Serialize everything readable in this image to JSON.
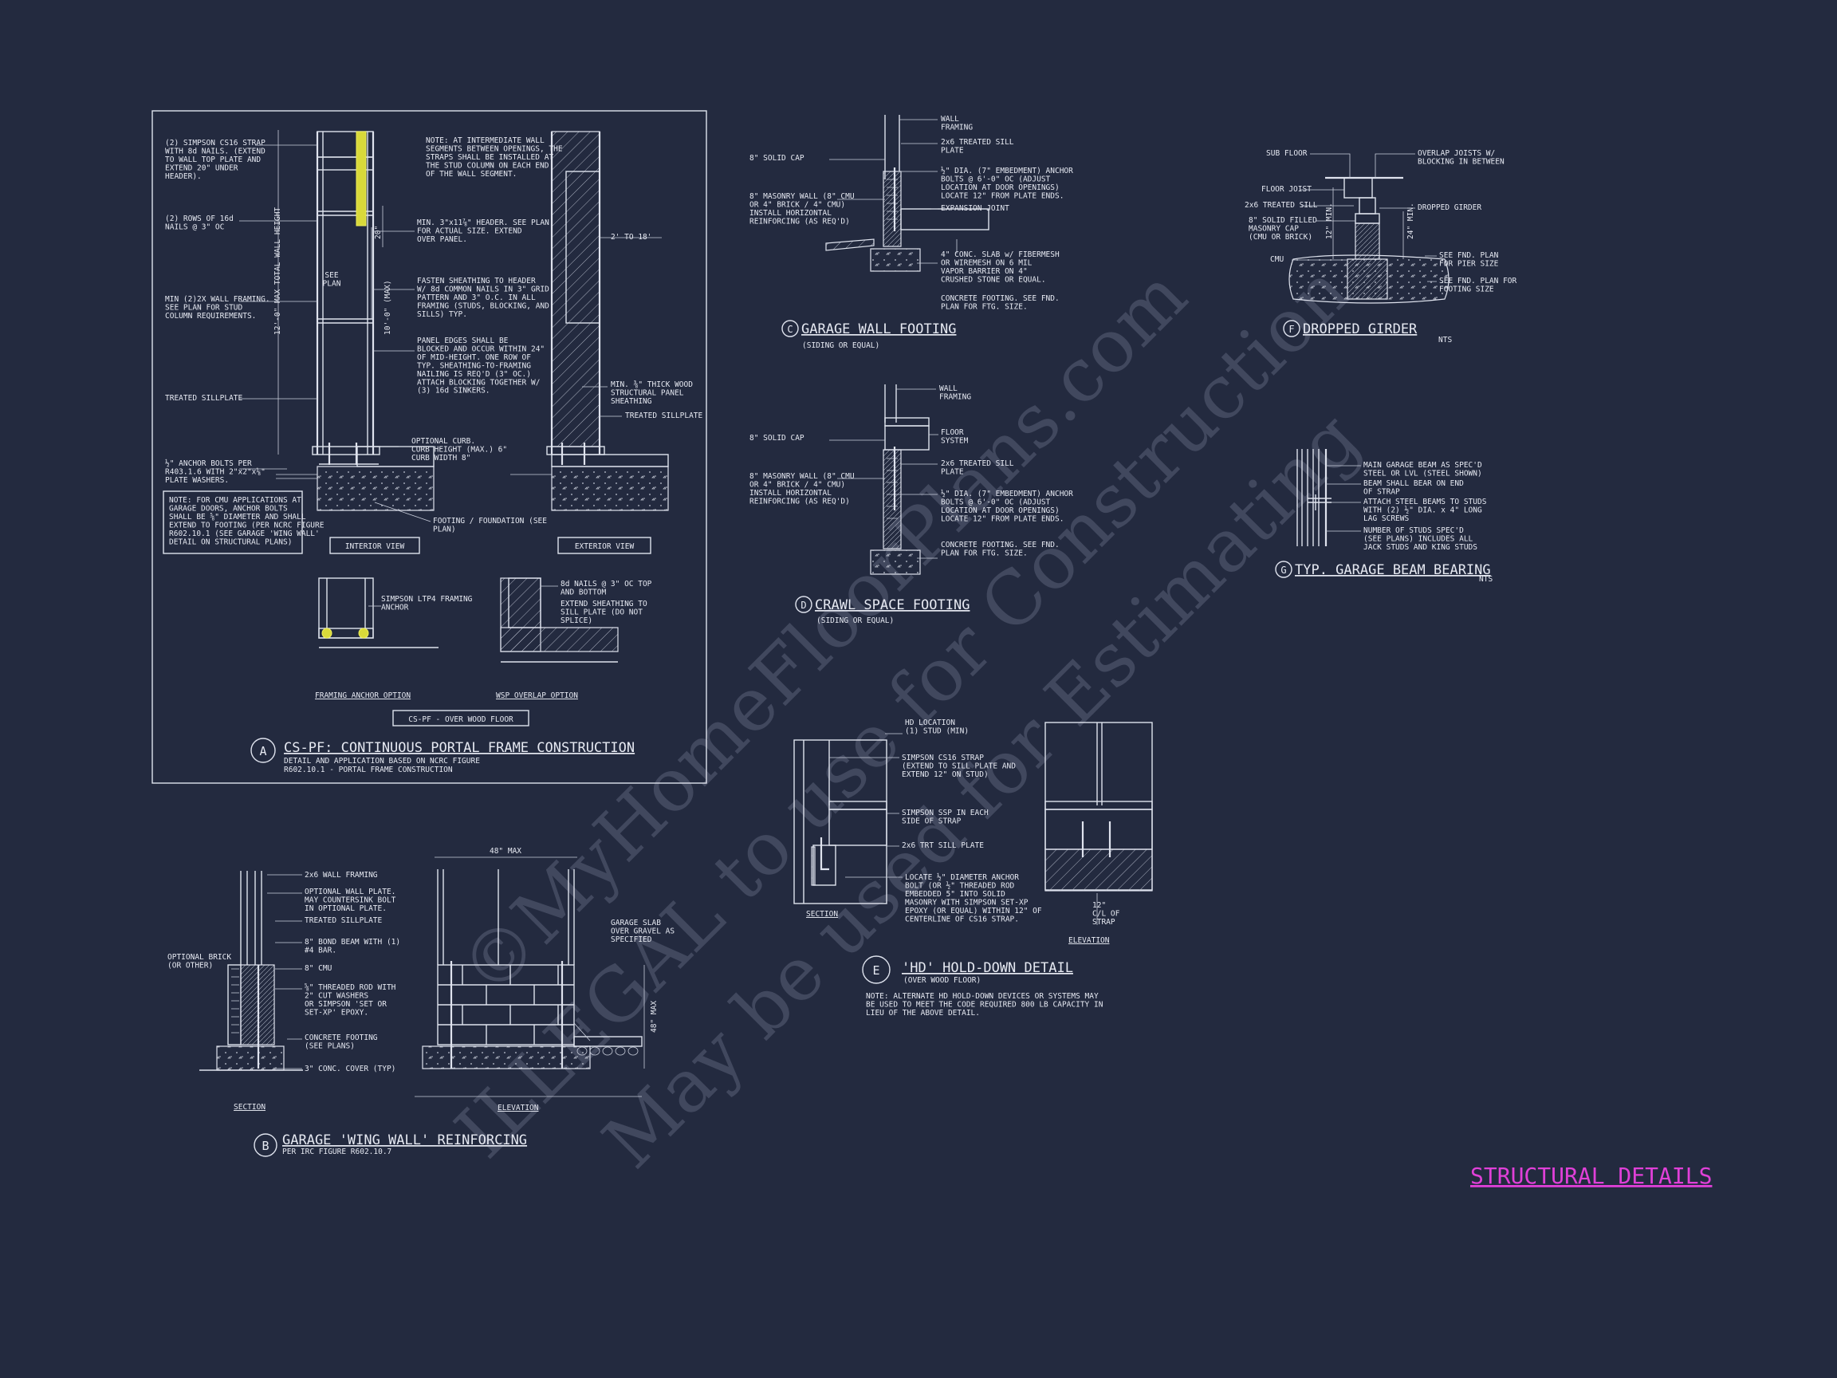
{
  "sheet_title": "STRUCTURAL DETAILS",
  "watermark": {
    "line1": "©MyHomeFloorPlans.com",
    "line2": "ILLEGAL to use for Construction",
    "line3": "May be used for Estimating"
  },
  "detailA": {
    "marker": "A",
    "title": "CS-PF: CONTINUOUS PORTAL FRAME CONSTRUCTION",
    "subtitle1": "DETAIL AND APPLICATION BASED ON NCRC FIGURE",
    "subtitle2": "R602.10.1 - PORTAL FRAME CONSTRUCTION",
    "box_label": "CS-PF - OVER WOOD FLOOR",
    "interior_view": "INTERIOR VIEW",
    "exterior_view": "EXTERIOR VIEW",
    "framing_anchor_option": "FRAMING ANCHOR OPTION",
    "wsp_overlap_option": "WSP OVERLAP OPTION",
    "notes": {
      "strap": [
        "(2) SIMPSON CS16 STRAP",
        "WITH 8d NAILS. (EXTEND",
        "TO WALL TOP PLATE AND",
        "EXTEND 20\" UNDER",
        "HEADER)."
      ],
      "nails": [
        "(2) ROWS OF 16d",
        "NAILS @ 3\" OC"
      ],
      "wallframing": [
        "MIN (2)2X WALL FRAMING.",
        "SEE PLAN FOR STUD",
        "COLUMN REQUIREMENTS."
      ],
      "sillplate": [
        "TREATED SILLPLATE"
      ],
      "anchor": [
        "½\" ANCHOR BOLTS PER",
        "R403.1.6 WITH 2\"x2\"x⅛\"",
        "PLATE WASHERS."
      ],
      "cmu": [
        "NOTE: FOR CMU APPLICATIONS AT",
        "GARAGE DOORS, ANCHOR BOLTS",
        "SHALL BE ⅝\" DIAMETER AND SHALL",
        "EXTEND TO FOOTING (PER NCRC FIGURE",
        "R602.10.1 (SEE GARAGE 'WING WALL'",
        "DETAIL ON STRUCTURAL PLANS)"
      ],
      "intermediate": [
        "NOTE: AT INTERMEDIATE WALL",
        "SEGMENTS BETWEEN OPENINGS, THE",
        "STRAPS SHALL BE INSTALLED AT",
        "THE STUD COLUMN ON EACH END",
        "OF THE WALL SEGMENT."
      ],
      "header": [
        "MIN. 3\"x11⅞\" HEADER. SEE PLAN",
        "FOR ACTUAL SIZE. EXTEND",
        "OVER PANEL."
      ],
      "fasten": [
        "FASTEN SHEATHING TO HEADER",
        "W/ 8d COMMON NAILS IN 3\" GRID",
        "PATTERN AND 3\" O.C. IN ALL",
        "FRAMING (STUDS, BLOCKING, AND",
        "SILLS) TYP."
      ],
      "panel": [
        "PANEL EDGES SHALL BE",
        "BLOCKED AND OCCUR WITHIN 24\"",
        "OF MID-HEIGHT. ONE ROW OF",
        "TYP. SHEATHING-TO-FRAMING",
        "NAILING IS REQ'D (3\" OC.)",
        "ATTACH BLOCKING TOGETHER W/",
        "(3) 16d SINKERS."
      ],
      "curb": [
        "OPTIONAL CURB.",
        "CURB HEIGHT (MAX.) 6\"",
        "CURB WIDTH 8\""
      ],
      "footing": [
        "FOOTING / FOUNDATION (SEE",
        "PLAN)"
      ],
      "sheathing": [
        "MIN. ⅜\" THICK WOOD",
        "STRUCTURAL PANEL",
        "SHEATHING"
      ],
      "treated2": [
        "TREATED SILLPLATE"
      ],
      "ltp4": [
        "SIMPSON LTP4 FRAMING",
        "ANCHOR"
      ],
      "nails8d": [
        "8d NAILS @ 3\" OC TOP",
        "AND BOTTOM"
      ],
      "extend": [
        "EXTEND SHEATHING TO",
        "SILL PLATE (DO NOT",
        "SPLICE)"
      ],
      "see_plan": [
        "SEE",
        "PLAN"
      ],
      "dim_total": "12'-0\" MAX TOTAL WALL HEIGHT",
      "dim_10": "10'-0\" (MAX)",
      "dim_20": "20\"",
      "dim_2to18": "2' TO 18'"
    }
  },
  "detailB": {
    "marker": "B",
    "title": "GARAGE 'WING WALL' REINFORCING",
    "subtitle": "PER IRC FIGURE R602.10.7",
    "section": "SECTION",
    "elevation": "ELEVATION",
    "dim_48": "48\" MAX",
    "dim_48v": "48\" MAX",
    "notes": {
      "a": [
        "2x6 WALL FRAMING"
      ],
      "b": [
        "OPTIONAL WALL PLATE.",
        "MAY COUNTERSINK BOLT",
        "IN OPTIONAL PLATE."
      ],
      "c": [
        "TREATED SILLPLATE"
      ],
      "d": [
        "8\" BOND BEAM WITH (1)",
        "#4 BAR."
      ],
      "e": [
        "8\" CMU"
      ],
      "f": [
        "⅝\" THREADED ROD WITH",
        "2\" CUT WASHERS",
        "OR SIMPSON 'SET OR",
        "SET-XP' EPOXY."
      ],
      "g": [
        "CONCRETE FOOTING",
        "(SEE PLANS)"
      ],
      "h": [
        "3\" CONC. COVER (TYP)"
      ],
      "brick": [
        "OPTIONAL BRICK",
        "(OR OTHER)"
      ],
      "slab": [
        "GARAGE SLAB",
        "OVER GRAVEL AS",
        "SPECIFIED"
      ]
    }
  },
  "detailC": {
    "marker": "C",
    "title": "GARAGE WALL FOOTING",
    "subtitle": "(SIDING OR EQUAL)",
    "notes": {
      "a": [
        "WALL",
        "FRAMING"
      ],
      "b": [
        "2x6 TREATED SILL",
        "PLATE"
      ],
      "c": [
        "½\" DIA. (7\" EMBEDMENT) ANCHOR",
        "BOLTS @ 6'-0\" OC (ADJUST",
        "LOCATION AT DOOR OPENINGS)",
        "LOCATE 12\" FROM PLATE ENDS."
      ],
      "d": [
        "EXPANSION JOINT"
      ],
      "e": [
        "4\" CONC. SLAB w/ FIBERMESH",
        "OR WIREMESH ON 6 MIL",
        "VAPOR BARRIER ON 4\"",
        "CRUSHED STONE OR EQUAL."
      ],
      "f": [
        "CONCRETE FOOTING. SEE FND.",
        "PLAN FOR FTG. SIZE."
      ],
      "cap": [
        "8\" SOLID CAP"
      ],
      "masonry": [
        "8\" MASONRY WALL (8\" CMU",
        "OR 4\" BRICK / 4\" CMU)",
        "INSTALL HORIZONTAL",
        "REINFORCING (AS REQ'D)"
      ]
    }
  },
  "detailD": {
    "marker": "D",
    "title": "CRAWL SPACE FOOTING",
    "subtitle": "(SIDING OR EQUAL)",
    "notes": {
      "a": [
        "WALL",
        "FRAMING"
      ],
      "b": [
        "FLOOR",
        "SYSTEM"
      ],
      "c": [
        "2x6 TREATED SILL",
        "PLATE"
      ],
      "d": [
        "½\" DIA. (7\" EMBEDMENT) ANCHOR",
        "BOLTS @ 6'-0\" OC (ADJUST",
        "LOCATION AT DOOR OPENINGS)",
        "LOCATE 12\" FROM PLATE ENDS."
      ],
      "e": [
        "CONCRETE FOOTING. SEE FND.",
        "PLAN FOR FTG. SIZE."
      ],
      "cap": [
        "8\" SOLID CAP"
      ],
      "masonry": [
        "8\" MASONRY WALL (8\" CMU",
        "OR 4\" BRICK / 4\" CMU)",
        "INSTALL HORIZONTAL",
        "REINFORCING (AS REQ'D)"
      ]
    }
  },
  "detailE": {
    "marker": "E",
    "title": "'HD' HOLD-DOWN DETAIL",
    "subtitle": "(OVER WOOD FLOOR)",
    "note": [
      "NOTE: ALTERNATE HD HOLD-DOWN DEVICES OR SYSTEMS MAY",
      "BE USED TO MEET THE CODE REQUIRED 800 LB CAPACITY IN",
      "LIEU OF THE ABOVE DETAIL."
    ],
    "section": "SECTION",
    "elevation": "ELEVATION",
    "notes": {
      "a": [
        "HD LOCATION",
        "(1) STUD (MIN)"
      ],
      "b": [
        "SIMPSON CS16 STRAP",
        "(EXTEND TO SILL PLATE AND",
        "EXTEND 12\" ON STUD)"
      ],
      "c": [
        "SIMPSON SSP IN EACH",
        "SIDE OF STRAP"
      ],
      "d": [
        "2x6 TRT SILL PLATE"
      ],
      "e": [
        "LOCATE ½\" DIAMETER ANCHOR",
        "BOLT (OR ½\" THREADED ROD",
        "EMBEDDED 5\" INTO SOLID",
        "MASONRY WITH SIMPSON SET-XP",
        "EPOXY (OR EQUAL) WITHIN 12\" OF",
        "CENTERLINE OF CS16 STRAP."
      ],
      "f": [
        "12\"",
        "C/L OF",
        "STRAP"
      ]
    }
  },
  "detailF": {
    "marker": "F",
    "title": "DROPPED GIRDER",
    "nts": "NTS",
    "notes": {
      "a": [
        "SUB FLOOR"
      ],
      "b": [
        "FLOOR JOIST"
      ],
      "c": [
        "2x6 TREATED SILL"
      ],
      "d": [
        "8\" SOLID FILLED",
        "MASONRY CAP",
        "(CMU OR BRICK)"
      ],
      "e": [
        "CMU"
      ],
      "f": [
        "OVERLAP JOISTS W/",
        "BLOCKING IN BETWEEN"
      ],
      "g": [
        "DROPPED GIRDER"
      ],
      "h": [
        "SEE FND. PLAN",
        "FOR PIER SIZE"
      ],
      "i": [
        "SEE FND. PLAN FOR",
        "FOOTING SIZE"
      ],
      "dim_12": "12\" MIN.",
      "dim_24": "24\" MIN."
    }
  },
  "detailG": {
    "marker": "G",
    "title": "TYP. GARAGE BEAM BEARING",
    "nts": "NTS",
    "notes": {
      "a": [
        "MAIN GARAGE BEAM AS SPEC'D",
        "STEEL OR LVL (STEEL SHOWN)"
      ],
      "b": [
        "BEAM SHALL BEAR ON END",
        "OF STRAP"
      ],
      "c": [
        "ATTACH STEEL BEAMS TO STUDS",
        "WITH (2) ½\" DIA. x 4\" LONG",
        "LAG SCREWS"
      ],
      "d": [
        "NUMBER OF STUDS SPEC'D",
        "(SEE PLANS) INCLUDES ALL",
        "JACK STUDS AND KING STUDS"
      ]
    }
  }
}
